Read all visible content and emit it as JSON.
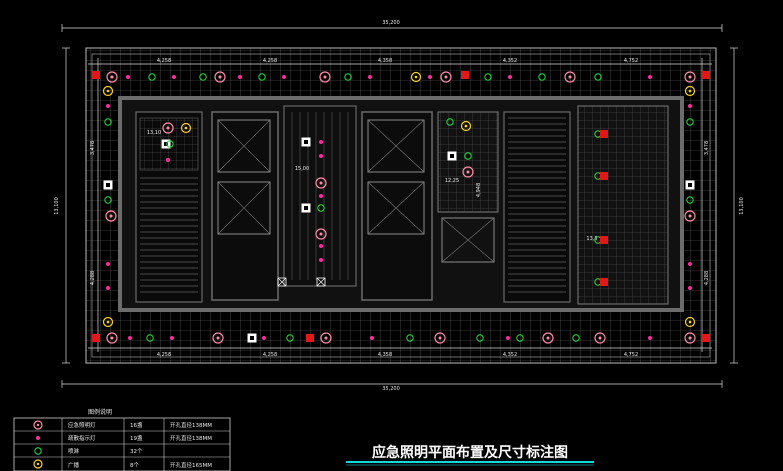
{
  "drawing": {
    "title": "应急照明平面布置及尺寸标注图",
    "dims": {
      "top_total": "35,200",
      "bottom_total": "35,200",
      "left_total": "13,100",
      "right_total": "13,100",
      "top_segments": [
        "4,258",
        "4,258",
        "4,358",
        "4,352",
        "4,752"
      ],
      "bottom_segments": [
        "4,258",
        "4,258",
        "4,358",
        "4,352",
        "4,752"
      ],
      "left_segments": [
        "3,478",
        "4,288"
      ],
      "right_segments": [
        "3,478",
        "4,288"
      ],
      "inner_labels": [
        "13,10",
        "15,00",
        "12,25",
        "4,948",
        "13,5"
      ]
    },
    "colors": {
      "background": "#000000",
      "grid": "#6e6e6e",
      "walls": "#5a5a5a",
      "dim": "#e8e8e8",
      "light_pink": "#ff8aa8",
      "dot_magenta": "#ff2aa0",
      "ring_green": "#22e03a",
      "ring_yellow": "#ffd21e",
      "exit_red": "#e01818",
      "title_underline": "#14d6e0"
    }
  },
  "legend": {
    "heading": "图例说明",
    "rows": [
      {
        "icon": "pink-ring-icon",
        "name": "应急照明灯",
        "qty": "16盏",
        "note": "开孔直径138MM"
      },
      {
        "icon": "magenta-dot-icon",
        "name": "疏散指示灯",
        "qty": "19盏",
        "note": "开孔直径138MM"
      },
      {
        "icon": "green-ring-icon",
        "name": "喷淋",
        "qty": "32个",
        "note": ""
      },
      {
        "icon": "yellow-ring-icon",
        "name": "广播",
        "qty": "8个",
        "note": "开孔直径165MM"
      }
    ]
  }
}
